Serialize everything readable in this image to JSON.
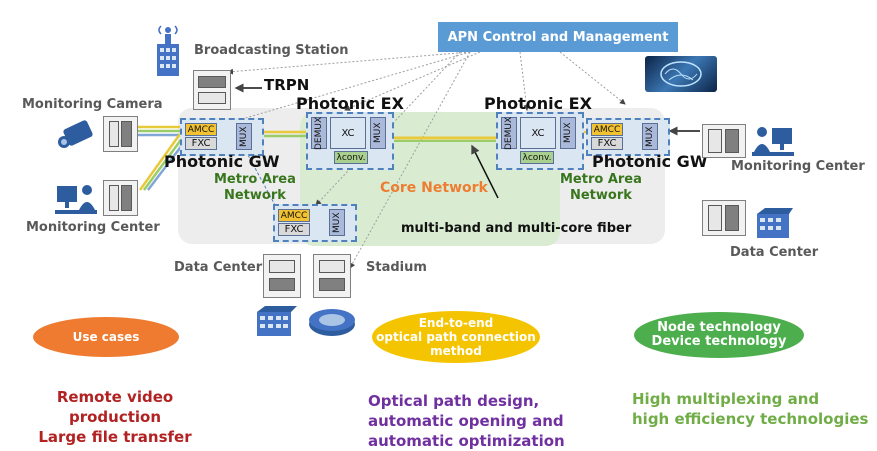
{
  "apn": {
    "title": "APN Control and Management"
  },
  "labels": {
    "broadcasting_station": "Broadcasting Station",
    "trpn": "TRPN",
    "monitoring_camera": "Monitoring Camera",
    "monitoring_center_left": "Monitoring Center",
    "monitoring_center_right": "Monitoring Center",
    "photonic_ex_left": "Photonic EX",
    "photonic_ex_right": "Photonic EX",
    "photonic_gw_left": "Photonic GW",
    "photonic_gw_right": "Photonic GW",
    "metro_left": "Metro Area\nNetwork",
    "metro_right": "Metro Area\nNetwork",
    "core_network": "Core Network",
    "fiber": "multi-band and multi-core fiber",
    "data_center_left": "Data Center",
    "data_center_right": "Data Center",
    "stadium": "Stadium"
  },
  "blocks": {
    "amcc": "AMCC",
    "fxc": "FXC",
    "mux": "MUX",
    "demux": "DEMUX",
    "xc": "XC",
    "lambda_conv": "λconv."
  },
  "pills": {
    "use_cases": "Use cases",
    "end_to_end": "End-to-end\noptical path connection\nmethod",
    "node_tech": "Node technology\nDevice technology"
  },
  "outcomes": {
    "use_cases": "Remote video production\nLarge file transfer",
    "optical": "Optical path design,\nautomatic opening and\nautomatic optimization",
    "node": "High multiplexing and\nhigh efficiency technologies"
  },
  "colors": {
    "apn_box": "#5b9bd5",
    "use_cases_pill": "#ee7b30",
    "end_to_end_pill": "#f5c400",
    "node_pill": "#4cae4c",
    "use_cases_text": "#b22222",
    "optical_text": "#7030a0",
    "node_text": "#70ad47",
    "core_text": "#ed7d31",
    "metro_text": "#38761d"
  }
}
